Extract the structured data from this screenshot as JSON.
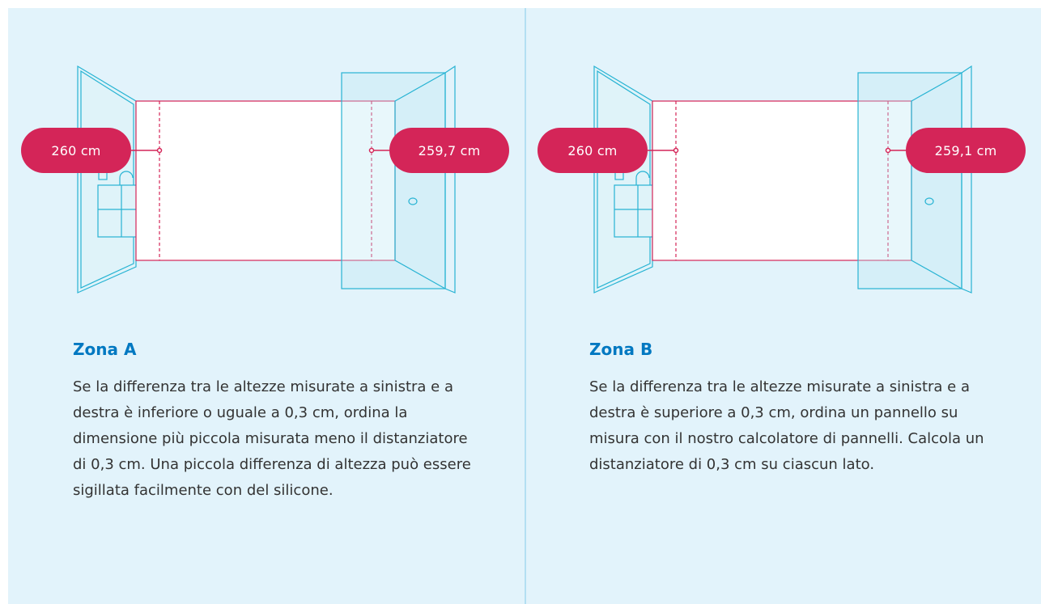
{
  "colors": {
    "background": "#e2f3fb",
    "accent": "#d42558",
    "heading": "#0078c1",
    "outline": "#27b3d3"
  },
  "zones": [
    {
      "left_measure": "260 cm",
      "right_measure": "259,7 cm",
      "title": "Zona A",
      "text": "Se la differenza tra le altezze misurate a sinistra e a destra è inferiore o uguale a 0,3 cm, ordina la dimensione più piccola misurata meno il distanziatore di 0,3 cm. Una piccola differenza di altezza può essere sigillata facilmente con del silicone."
    },
    {
      "left_measure": "260 cm",
      "right_measure": "259,1 cm",
      "title": "Zona B",
      "text": "Se la differenza tra le altezze misurate a sinistra e a destra è superiore a 0,3 cm, ordina un pannello su misura con il nostro calcolatore di pannelli. Calcola un distanziatore di 0,3 cm su ciascun lato."
    }
  ],
  "icons": [
    "door-left-icon",
    "cabinet-icon",
    "door-right-icon",
    "measure-line-icon"
  ]
}
